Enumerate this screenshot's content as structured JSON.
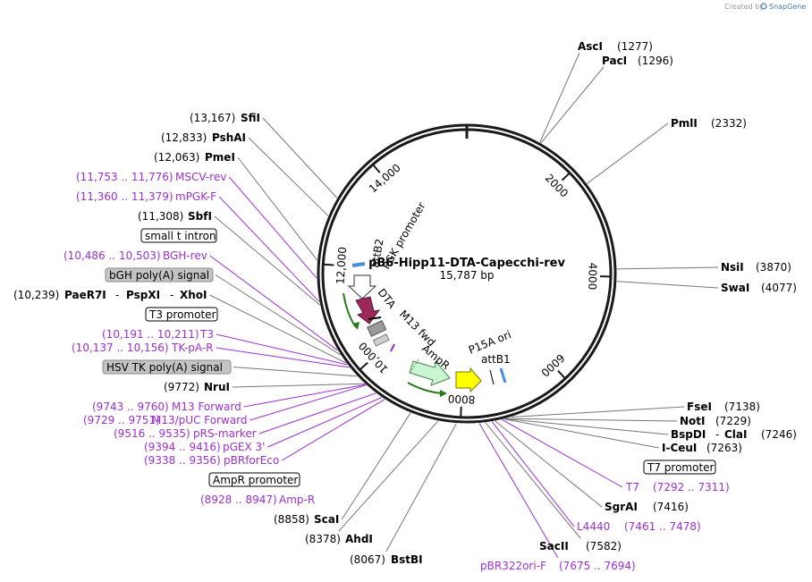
{
  "credit": {
    "prefix": "Created by",
    "brand": "SnapGene"
  },
  "plasmid": {
    "name": "pB6-Hipp11-DTA-Capecchi-rev",
    "size": "15,787 bp",
    "total_bp": 15787
  },
  "ticks": [
    {
      "bp": 2000,
      "label": "2000"
    },
    {
      "bp": 4000,
      "label": "4000"
    },
    {
      "bp": 6000,
      "label": "6000"
    },
    {
      "bp": 8000,
      "label": "8000"
    },
    {
      "bp": 10000,
      "label": "10,000"
    },
    {
      "bp": 12000,
      "label": "12,000"
    },
    {
      "bp": 14000,
      "label": "14,000"
    }
  ],
  "annotations": [
    {
      "id": "asci",
      "kind": "enzyme",
      "name": "AscI",
      "pos": "(1277)",
      "bp": 1277
    },
    {
      "id": "paci",
      "kind": "enzyme",
      "name": "PacI",
      "pos": "(1296)",
      "bp": 1296
    },
    {
      "id": "pmli",
      "kind": "enzyme",
      "name": "PmlI",
      "pos": "(2332)",
      "bp": 2332
    },
    {
      "id": "nsii",
      "kind": "enzyme",
      "name": "NsiI",
      "pos": "(3870)",
      "bp": 3870
    },
    {
      "id": "swai",
      "kind": "enzyme",
      "name": "SwaI",
      "pos": "(4077)",
      "bp": 4077
    },
    {
      "id": "fsei",
      "kind": "enzyme",
      "name": "FseI",
      "pos": "(7138)",
      "bp": 7138
    },
    {
      "id": "noti",
      "kind": "enzyme",
      "name": "NotI",
      "pos": "(7229)",
      "bp": 7229
    },
    {
      "id": "bspdi",
      "kind": "enzyme",
      "name": "BspDI",
      "name2": "ClaI",
      "pos": "(7246)",
      "bp": 7246
    },
    {
      "id": "iceui",
      "kind": "enzyme",
      "name": "I-CeuI",
      "pos": "(7263)",
      "bp": 7263
    },
    {
      "id": "t7prom",
      "kind": "feature",
      "name": "T7 promoter",
      "bp": 7270
    },
    {
      "id": "t7",
      "kind": "primer",
      "name": "T7",
      "pos": "(7292 .. 7311)",
      "bp": 7300
    },
    {
      "id": "sgrai",
      "kind": "enzyme",
      "name": "SgrAI",
      "pos": "(7416)",
      "bp": 7416
    },
    {
      "id": "l4440",
      "kind": "primer",
      "name": "L4440",
      "pos": "(7461 .. 7478)",
      "bp": 7470
    },
    {
      "id": "sacii",
      "kind": "enzyme",
      "name": "SacII",
      "pos": "(7582)",
      "bp": 7582
    },
    {
      "id": "pbr322ori",
      "kind": "primer",
      "name": "pBR322ori-F",
      "pos": "(7675 .. 7694)",
      "bp": 7684
    },
    {
      "id": "bstbi",
      "kind": "enzyme",
      "name": "BstBI",
      "pos": "(8067)",
      "bp": 8067
    },
    {
      "id": "ahdi",
      "kind": "enzyme",
      "name": "AhdI",
      "pos": "(8378)",
      "bp": 8378
    },
    {
      "id": "scai",
      "kind": "enzyme",
      "name": "ScaI",
      "pos": "(8858)",
      "bp": 8858
    },
    {
      "id": "ampr-p",
      "kind": "primer",
      "name": "Amp-R",
      "pos": "(8928 .. 8947)",
      "bp": 8937
    },
    {
      "id": "amprprom",
      "kind": "feature",
      "name": "AmpR promoter",
      "bp": 9000
    },
    {
      "id": "pbrforeco",
      "kind": "primer",
      "name": "pBRforEco",
      "pos": "(9338 .. 9356)",
      "bp": 9347
    },
    {
      "id": "pgex3",
      "kind": "primer",
      "name": "pGEX 3'",
      "pos": "(9394 .. 9416)",
      "bp": 9405
    },
    {
      "id": "prsmarker",
      "kind": "primer",
      "name": "pRS-marker",
      "pos": "(9516 .. 9535)",
      "bp": 9525
    },
    {
      "id": "m13puc",
      "kind": "primer",
      "name": "M13/pUC Forward",
      "pos": "(9729 .. 9751)",
      "bp": 9740
    },
    {
      "id": "m13fwd",
      "kind": "primer",
      "name": "M13 Forward",
      "pos": "(9743 .. 9760)",
      "bp": 9751
    },
    {
      "id": "nrui",
      "kind": "enzyme",
      "name": "NruI",
      "pos": "(9772)",
      "bp": 9772
    },
    {
      "id": "hsvtk",
      "kind": "feature-grey",
      "name": "HSV TK poly(A) signal",
      "bp": 9950
    },
    {
      "id": "tkpar",
      "kind": "primer",
      "name": "TK-pA-R",
      "pos": "(10,137 .. 10,156)",
      "bp": 10146
    },
    {
      "id": "t3",
      "kind": "primer",
      "name": "T3",
      "pos": "(10,191 .. 10,211)",
      "bp": 10201
    },
    {
      "id": "t3prom",
      "kind": "feature",
      "name": "T3 promoter",
      "bp": 10225
    },
    {
      "id": "paer7i",
      "kind": "enzyme",
      "name": "PaeR7I",
      "name2": "PspXI",
      "name3": "XhoI",
      "pos": "(10,239)",
      "bp": 10239
    },
    {
      "id": "bgh",
      "kind": "feature-grey",
      "name": "bGH poly(A) signal",
      "bp": 10400
    },
    {
      "id": "bghrev",
      "kind": "primer",
      "name": "BGH-rev",
      "pos": "(10,486 .. 10,503)",
      "bp": 10494
    },
    {
      "id": "smallt",
      "kind": "feature",
      "name": "small t intron",
      "bp": 10800
    },
    {
      "id": "sbfi",
      "kind": "enzyme",
      "name": "SbfI",
      "pos": "(11,308)",
      "bp": 11308
    },
    {
      "id": "mpgkf",
      "kind": "primer",
      "name": "mPGK-F",
      "pos": "(11,360 .. 11,379)",
      "bp": 11370
    },
    {
      "id": "msvcrev",
      "kind": "primer",
      "name": "MSCV-rev",
      "pos": "(11,753 .. 11,776)",
      "bp": 11764
    },
    {
      "id": "pmei",
      "kind": "enzyme",
      "name": "PmeI",
      "pos": "(12,063)",
      "bp": 12063
    },
    {
      "id": "pshai",
      "kind": "enzyme",
      "name": "PshAI",
      "pos": "(12,833)",
      "bp": 12833
    },
    {
      "id": "sfii",
      "kind": "enzyme",
      "name": "SfiI",
      "pos": "(13,167)",
      "bp": 13167
    }
  ],
  "features": [
    {
      "id": "attb2",
      "label": "attB2",
      "color": "#4a90d9",
      "shape": "bar"
    },
    {
      "id": "pgk",
      "label": "PGK promoter",
      "color": "#ffffff",
      "shape": "arrow-down"
    },
    {
      "id": "dta",
      "label": "DTA",
      "color": "#9b2a5a",
      "shape": "arrow-down"
    },
    {
      "id": "m13fwd-feat",
      "label": "M13 fwd",
      "color": "#9b30d0",
      "shape": "bar"
    },
    {
      "id": "ampr",
      "label": "AmpR",
      "color": "#c9f5d0",
      "shape": "arrow-right"
    },
    {
      "id": "p15a",
      "label": "P15A ori",
      "color": "#ffff00",
      "shape": "arrow-right"
    },
    {
      "id": "attb1",
      "label": "attB1",
      "color": "#4a90d9",
      "shape": "bar"
    }
  ],
  "colors": {
    "primer": "#9b30d0",
    "enzyme": "#000000",
    "leader": "#777777",
    "backbone": "#1a1a1a"
  }
}
